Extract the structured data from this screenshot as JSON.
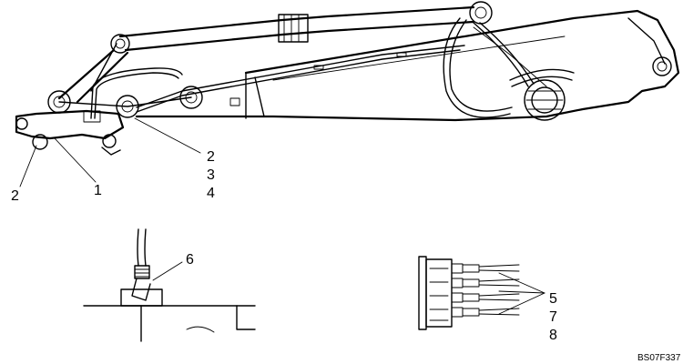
{
  "callouts": {
    "c1": "1",
    "c2a": "2",
    "c2b": "2",
    "c3": "3",
    "c4": "4",
    "c5": "5",
    "c6": "6",
    "c7": "7",
    "c8": "8"
  },
  "figure_code": "BS07F337"
}
